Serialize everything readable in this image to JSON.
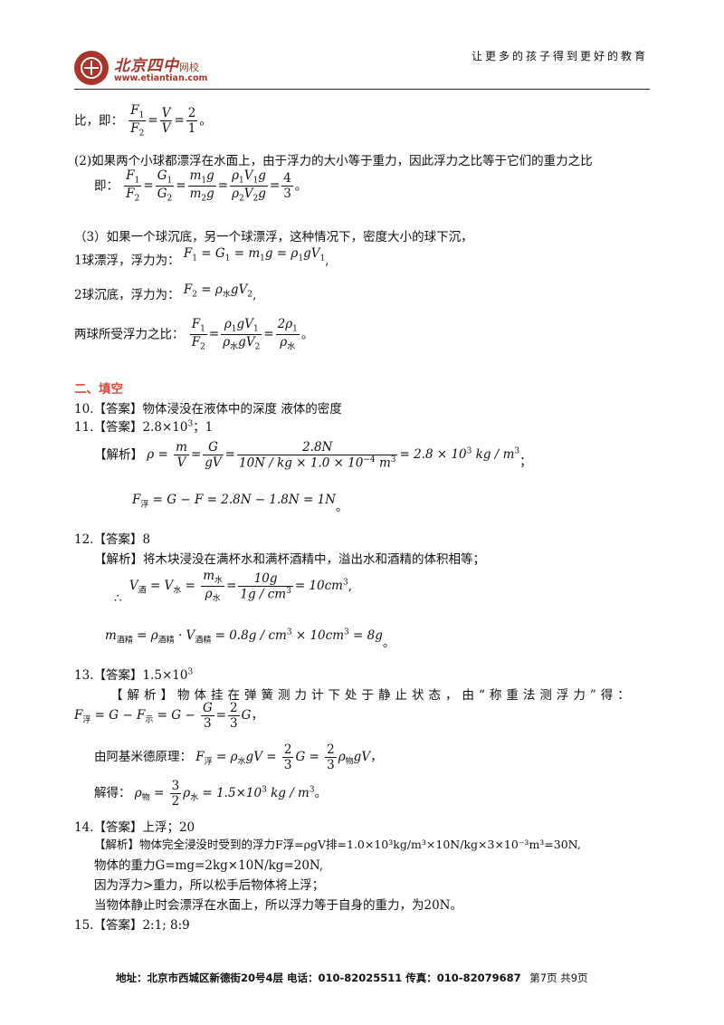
{
  "header": {
    "brand": "北京四中",
    "brand_suffix": "网校",
    "url": "www.etiantian.com",
    "slogan": "让更多的孩子得到更好的教育"
  },
  "lines": {
    "l1_prefix": "比，即：",
    "l1_tail": "。",
    "l2": "(2)如果两个小球都漂浮在水面上，由于浮力的大小等于重力，因此浮力之比等于它们的重力之比",
    "l3_prefix": "即：",
    "l3_tail": "。",
    "l4": "（3）如果一个球沉底，另一个球漂浮，这种情况下，密度大小的球下沉，",
    "l5_prefix": "1球漂浮，浮力为：",
    "l6_prefix": "2球沉底，浮力为：",
    "l7_prefix": "两球所受浮力之比：",
    "section": "二、填空",
    "q10": "10.【答案】物体浸没在液体中的深度    液体的密度",
    "q11_label": "11.【答案】2.8×10",
    "q11_exp": "3",
    "q11_tail": "；1",
    "q11_analysis": "【解析】",
    "q12": "12.【答案】8",
    "q12_analysis": "【解析】将木块浸没在满杯水和满杯酒精中，溢出水和酒精的体积相等；",
    "therefore": "∴",
    "q13_label": "13.【答案】1.5×10",
    "q13_exp": "3",
    "q13_analysis": "【解析】物体挂在弹簧测力计下处于静止状态，由“称重法测浮力”得：",
    "q13_archimedes": "由阿基米德原理：",
    "q13_solve": "解得：",
    "q14": "14.【答案】上浮；20",
    "q14_a1": "【解析】物体完全浸没时受到的浮力F浮=ρgV排=1.0×10³kg/m³×10N/kg×3×10⁻³m³=30N,",
    "q14_a2": "物体的重力G=mg=2kg×10N/kg=20N,",
    "q14_a3": "因为浮力>重力，所以松手后物体将上浮；",
    "q14_a4": "当物体静止时会漂浮在水面上，所以浮力等于自身的重力，为20N。",
    "q15": "15.【答案】2:1;  8:9"
  },
  "footer": {
    "address": "地址：北京市西城区新德街20号4层 电话：010-82025511 传真：010-82079687",
    "page": "第7页 共9页"
  },
  "colors": {
    "brand": "#a9352b",
    "section": "#e0483a"
  }
}
